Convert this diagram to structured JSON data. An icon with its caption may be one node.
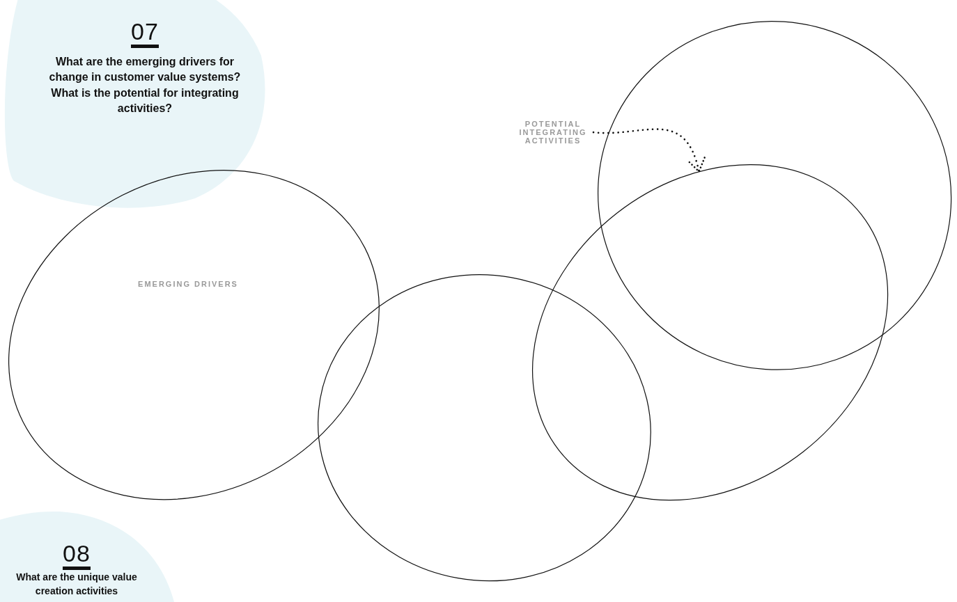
{
  "diagram": {
    "nodes": [
      {
        "text": [
          "07",
          "What are the emerging drivers for change in customer value systems? What is the potential for integrating activities?"
        ]
      },
      {
        "text": [],
        "shape": "ellipse"
      },
      {
        "text": [
          "POTENTIAL INTEGRATING ACTIVITIES"
        ]
      },
      {
        "text": [],
        "shape": "ellipse"
      },
      {
        "text": [],
        "shape": "ellipse"
      },
      {
        "text": [],
        "shape": "ellipse"
      },
      {
        "text": [
          "08",
          "What are the unique value creation activities"
        ]
      }
    ],
    "edges": [
      {
        "from": 2,
        "to": 4,
        "arrow": "to",
        "style": "dashed"
      }
    ],
    "labels": [
      "EMERGING DRIVERS"
    ]
  }
}
